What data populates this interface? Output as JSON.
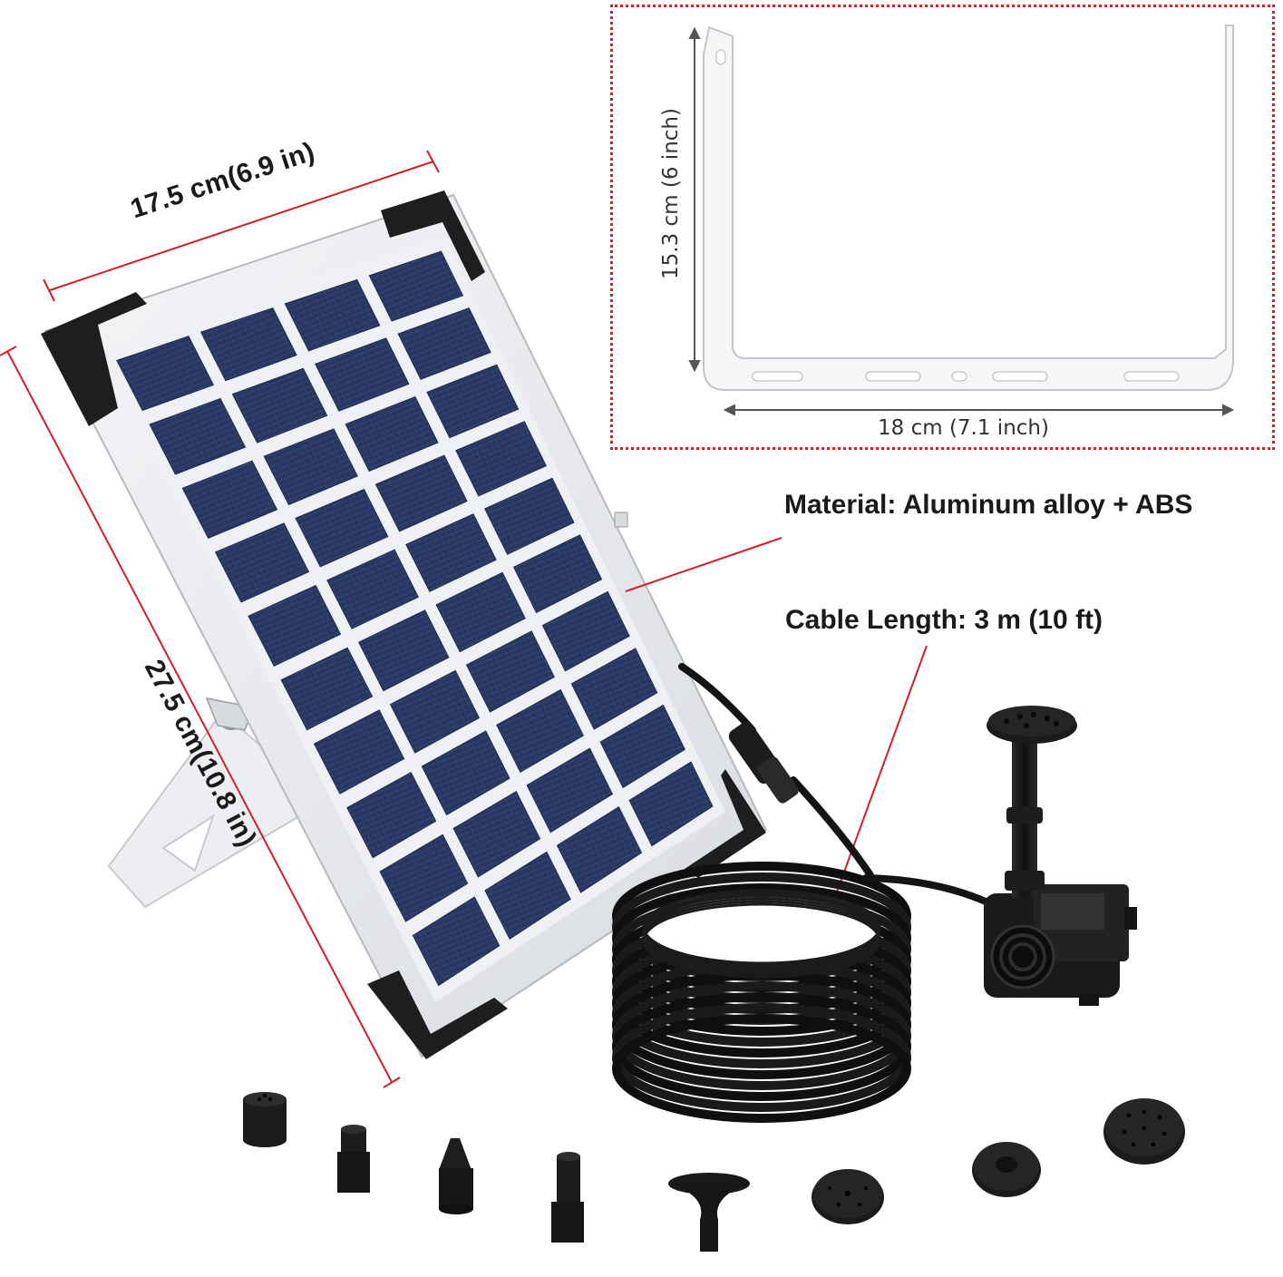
{
  "panel_dimensions": {
    "width_label": "17.5 cm(6.9 in)",
    "height_label": "27.5 cm(10.8 in)"
  },
  "bracket": {
    "height_label": "15.3 cm (6 inch)",
    "width_label": "18 cm (7.1 inch)"
  },
  "specs": {
    "material_label": "Material: Aluminum alloy + ABS",
    "cable_label": "Cable Length: 3 m (10 ft)"
  },
  "colors": {
    "dimension_line": "#d21f2a",
    "panel_cell": "#2b3a66",
    "panel_frame": "#e6e8ec",
    "corner_guard": "#1c1c1c",
    "cable": "#141414"
  },
  "icons": [
    "solar-panel",
    "mounting-bracket",
    "water-pump",
    "cable-coil",
    "nozzle"
  ]
}
